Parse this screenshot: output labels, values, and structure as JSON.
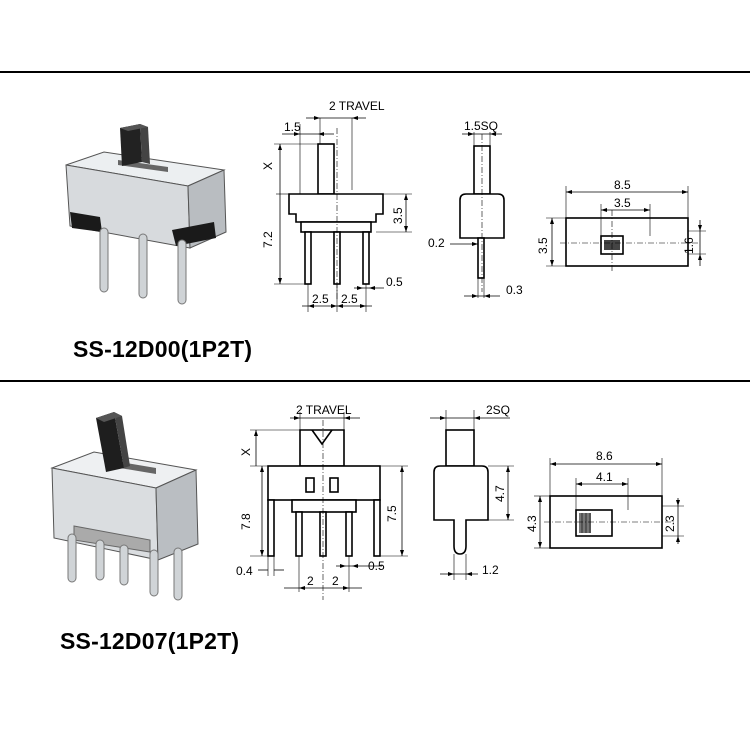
{
  "sections": [
    {
      "title": "SS-12D00(1P2T)",
      "front": {
        "travel": "2 TRAVEL",
        "d_left": "1.5",
        "x": "X",
        "h_total": "7.2",
        "h_body": "3.5",
        "pin_w": "0.5",
        "pitch_a": "2.5",
        "pitch_b": "2.5"
      },
      "side": {
        "top": "1.5SQ",
        "pin_t": "0.2",
        "pin_w": "0.3"
      },
      "top": {
        "len": "8.5",
        "slot": "3.5",
        "h": "3.5",
        "slot_h": "1.6"
      }
    },
    {
      "title": "SS-12D07(1P2T)",
      "front": {
        "travel": "2 TRAVEL",
        "x": "X",
        "h_left": "7.8",
        "h_right": "7.5",
        "pin_t": "0.4",
        "pin_w": "0.5",
        "pitch_a": "2",
        "pitch_b": "2"
      },
      "side": {
        "top": "2SQ",
        "h": "4.7",
        "pin_w": "1.2"
      },
      "top": {
        "len": "8.6",
        "slot": "4.1",
        "h": "4.3",
        "slot_h": "2.3"
      }
    }
  ],
  "icons": [
    "switch-photo-ss-12d00",
    "switch-photo-ss-12d07"
  ]
}
